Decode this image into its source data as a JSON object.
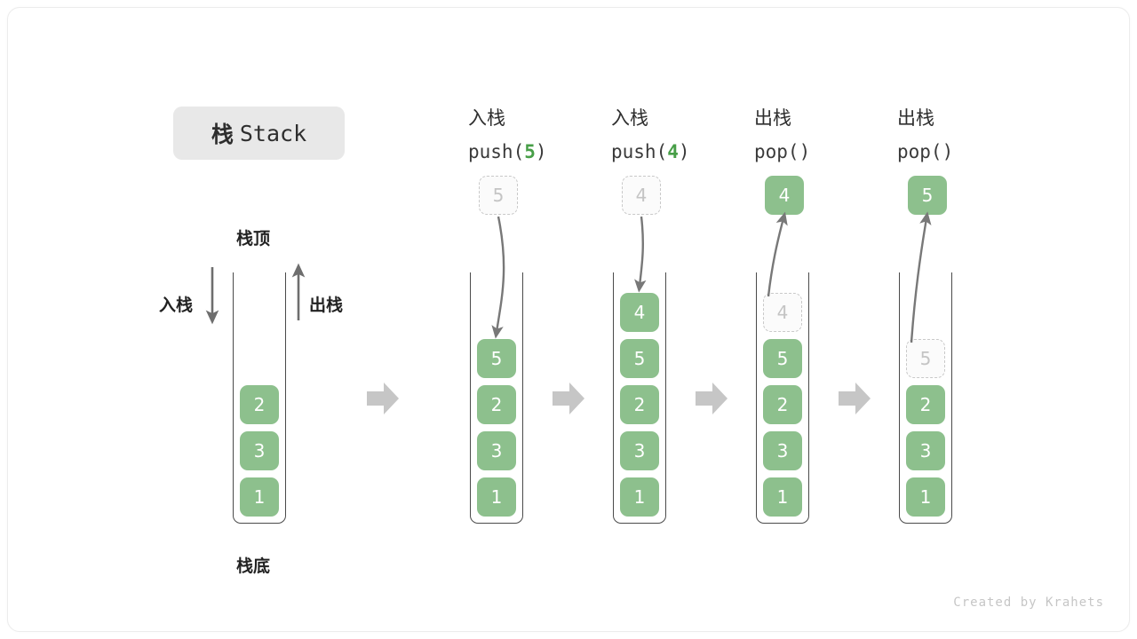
{
  "title": {
    "cn": "栈",
    "en": "Stack"
  },
  "footer": "Created by Krahets",
  "first_panel": {
    "top_label": "栈顶",
    "bottom_label": "栈底",
    "push_label": "入栈",
    "pop_label": "出栈",
    "cells": [
      "2",
      "3",
      "1"
    ]
  },
  "steps": [
    {
      "id": "push-5",
      "header_cn": "入栈",
      "header_code_prefix": "push(",
      "header_code_value": "5",
      "header_code_suffix": ")",
      "incoming_value": "5",
      "incoming_kind": "ghost",
      "cells": [
        "5",
        "2",
        "3",
        "1"
      ],
      "ghost_index": -1,
      "arrow": "down"
    },
    {
      "id": "push-4",
      "header_cn": "入栈",
      "header_code_prefix": "push(",
      "header_code_value": "4",
      "header_code_suffix": ")",
      "incoming_value": "4",
      "incoming_kind": "ghost",
      "cells": [
        "4",
        "5",
        "2",
        "3",
        "1"
      ],
      "ghost_index": -1,
      "arrow": "down"
    },
    {
      "id": "pop-1",
      "header_cn": "出栈",
      "header_code_prefix": "pop(",
      "header_code_value": "",
      "header_code_suffix": ")",
      "incoming_value": "4",
      "incoming_kind": "filled",
      "cells": [
        "4",
        "5",
        "2",
        "3",
        "1"
      ],
      "ghost_index": 0,
      "arrow": "up"
    },
    {
      "id": "pop-2",
      "header_cn": "出栈",
      "header_code_prefix": "pop(",
      "header_code_value": "",
      "header_code_suffix": ")",
      "incoming_value": "5",
      "incoming_kind": "filled",
      "cells": [
        "5",
        "2",
        "3",
        "1"
      ],
      "ghost_index": 0,
      "arrow": "up"
    }
  ],
  "separator_count": 4,
  "colors": {
    "cell_green": "#8dc08d",
    "accent_green": "#479e47",
    "frame_gray": "#4a4a4a",
    "ghost_gray": "#c9c9c9",
    "arrow_gray": "#787878",
    "separator_gray": "#c6c6c6"
  }
}
